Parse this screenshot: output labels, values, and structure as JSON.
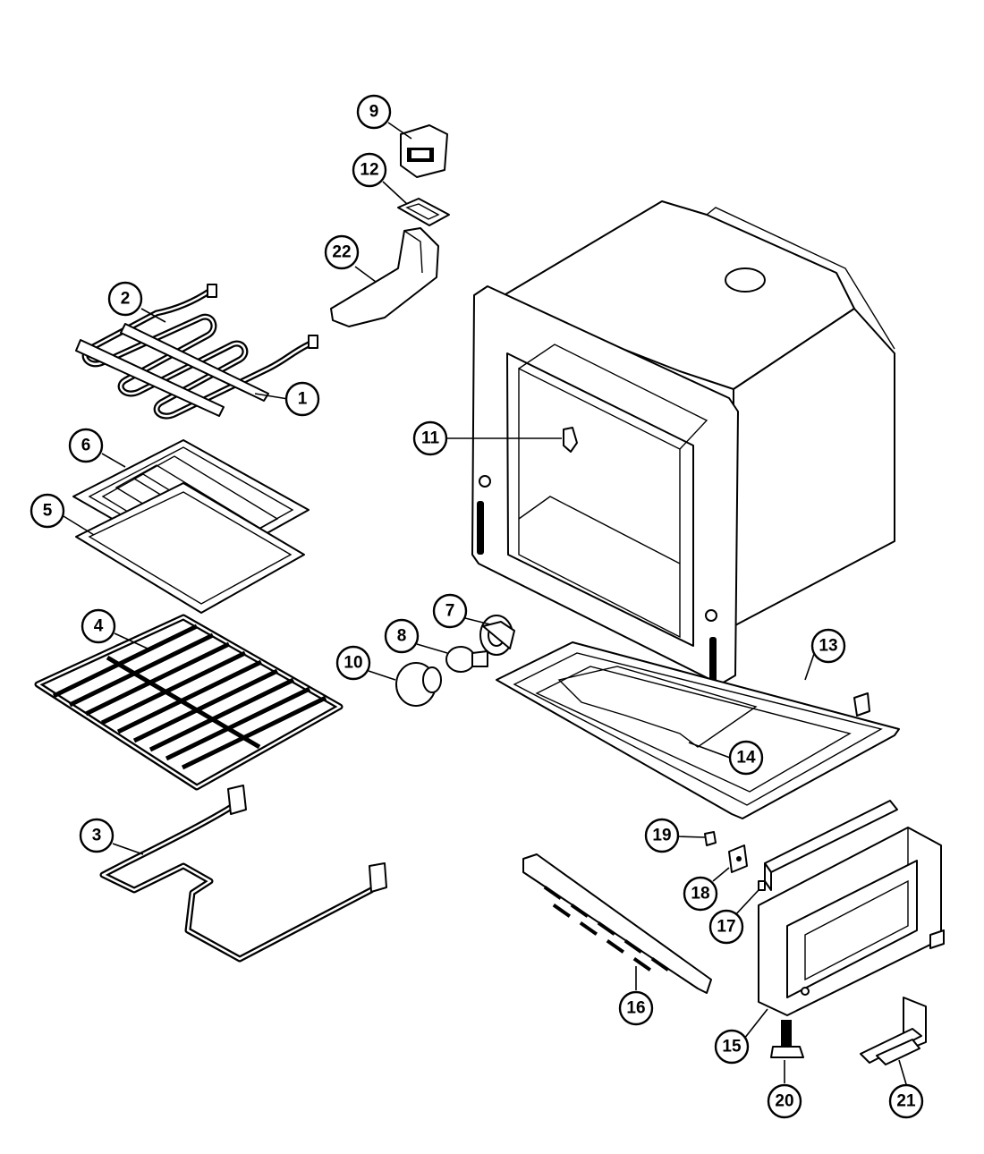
{
  "diagram": {
    "callouts": [
      {
        "id": "c1",
        "label": "1"
      },
      {
        "id": "c2",
        "label": "2"
      },
      {
        "id": "c3",
        "label": "3"
      },
      {
        "id": "c4",
        "label": "4"
      },
      {
        "id": "c5",
        "label": "5"
      },
      {
        "id": "c6",
        "label": "6"
      },
      {
        "id": "c7",
        "label": "7"
      },
      {
        "id": "c8",
        "label": "8"
      },
      {
        "id": "c9",
        "label": "9"
      },
      {
        "id": "c10",
        "label": "10"
      },
      {
        "id": "c11",
        "label": "11"
      },
      {
        "id": "c12",
        "label": "12"
      },
      {
        "id": "c13",
        "label": "13"
      },
      {
        "id": "c14",
        "label": "14"
      },
      {
        "id": "c15",
        "label": "15"
      },
      {
        "id": "c16",
        "label": "16"
      },
      {
        "id": "c17",
        "label": "17"
      },
      {
        "id": "c18",
        "label": "18"
      },
      {
        "id": "c19",
        "label": "19"
      },
      {
        "id": "c20",
        "label": "20"
      },
      {
        "id": "c21",
        "label": "21"
      },
      {
        "id": "c22",
        "label": "22"
      }
    ]
  }
}
